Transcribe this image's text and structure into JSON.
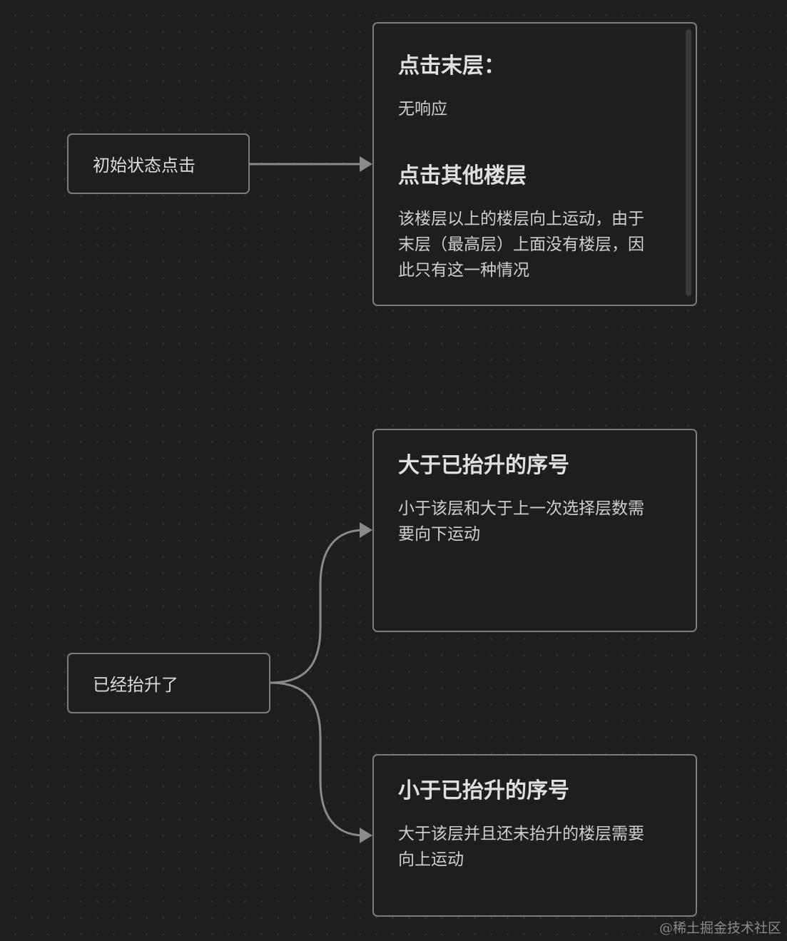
{
  "nodes": {
    "initial_click": {
      "label": "初始状态点击"
    },
    "already_raised": {
      "label": "已经抬升了"
    }
  },
  "cards": {
    "initial_result": {
      "heading_1": "点击末层：",
      "text_1": "无响应",
      "heading_2": "点击其他楼层",
      "text_2_line_1": "该楼层以上的楼层向上运动，由于",
      "text_2_line_2": "末层（最高层）上面没有楼层，因",
      "text_2_line_3": "此只有这一种情况"
    },
    "greater_than_raised": {
      "heading": "大于已抬升的序号",
      "text_line_1": "小于该层和大于上一次选择层数需",
      "text_line_2": "要向下运动"
    },
    "less_than_raised": {
      "heading": "小于已抬升的序号",
      "text_line_1": "大于该层并且还未抬升的楼层需要",
      "text_line_2": "向上运动"
    }
  },
  "colors": {
    "background": "#1e1e1e",
    "node_border": "#7c7c7c",
    "edge": "#8a8a8a",
    "text": "#d4d4d4"
  },
  "watermark": "@稀土掘金技术社区"
}
